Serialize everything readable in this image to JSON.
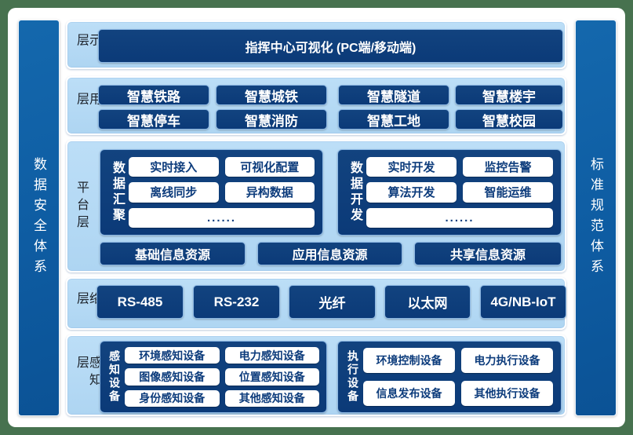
{
  "sidebars": {
    "left": "数据安全体系",
    "right": "标准规范体系"
  },
  "layers": {
    "display": {
      "label": "展示层",
      "box": "指挥中心可视化 (PC端/移动端)"
    },
    "application": {
      "label": "应用层",
      "boxes": [
        "智慧铁路",
        "智慧城铁",
        "智慧隧道",
        "智慧楼宇",
        "智慧停车",
        "智慧消防",
        "智慧工地",
        "智慧校园"
      ]
    },
    "platform": {
      "label": "平台层",
      "groups": [
        {
          "title": "数据汇聚",
          "items": [
            "实时接入",
            "可视化配置",
            "离线同步",
            "异构数据"
          ],
          "more": "......"
        },
        {
          "title": "数据开发",
          "items": [
            "实时开发",
            "监控告警",
            "算法开发",
            "智能运维"
          ],
          "more": "......"
        }
      ],
      "resources": [
        "基础信息资源",
        "应用信息资源",
        "共享信息资源"
      ]
    },
    "network": {
      "label": "网络层",
      "boxes": [
        "RS-485",
        "RS-232",
        "光纤",
        "以太网",
        "4G/NB-IoT"
      ]
    },
    "perception": {
      "label": "感知层",
      "groups": [
        {
          "title": "感知设备",
          "items": [
            "环境感知设备",
            "电力感知设备",
            "图像感知设备",
            "位置感知设备",
            "身份感知设备",
            "其他感知设备"
          ]
        },
        {
          "title": "执行设备",
          "items": [
            "环境控制设备",
            "电力执行设备",
            "信息发布设备",
            "其他执行设备"
          ]
        }
      ]
    }
  },
  "colors": {
    "frame_green": "#47724f",
    "panel_blue": "#b3d8f3",
    "navy": "#0c3d7c",
    "sidebar_blue": "#0f5fa5",
    "white_box_text": "#0d3c7c"
  }
}
